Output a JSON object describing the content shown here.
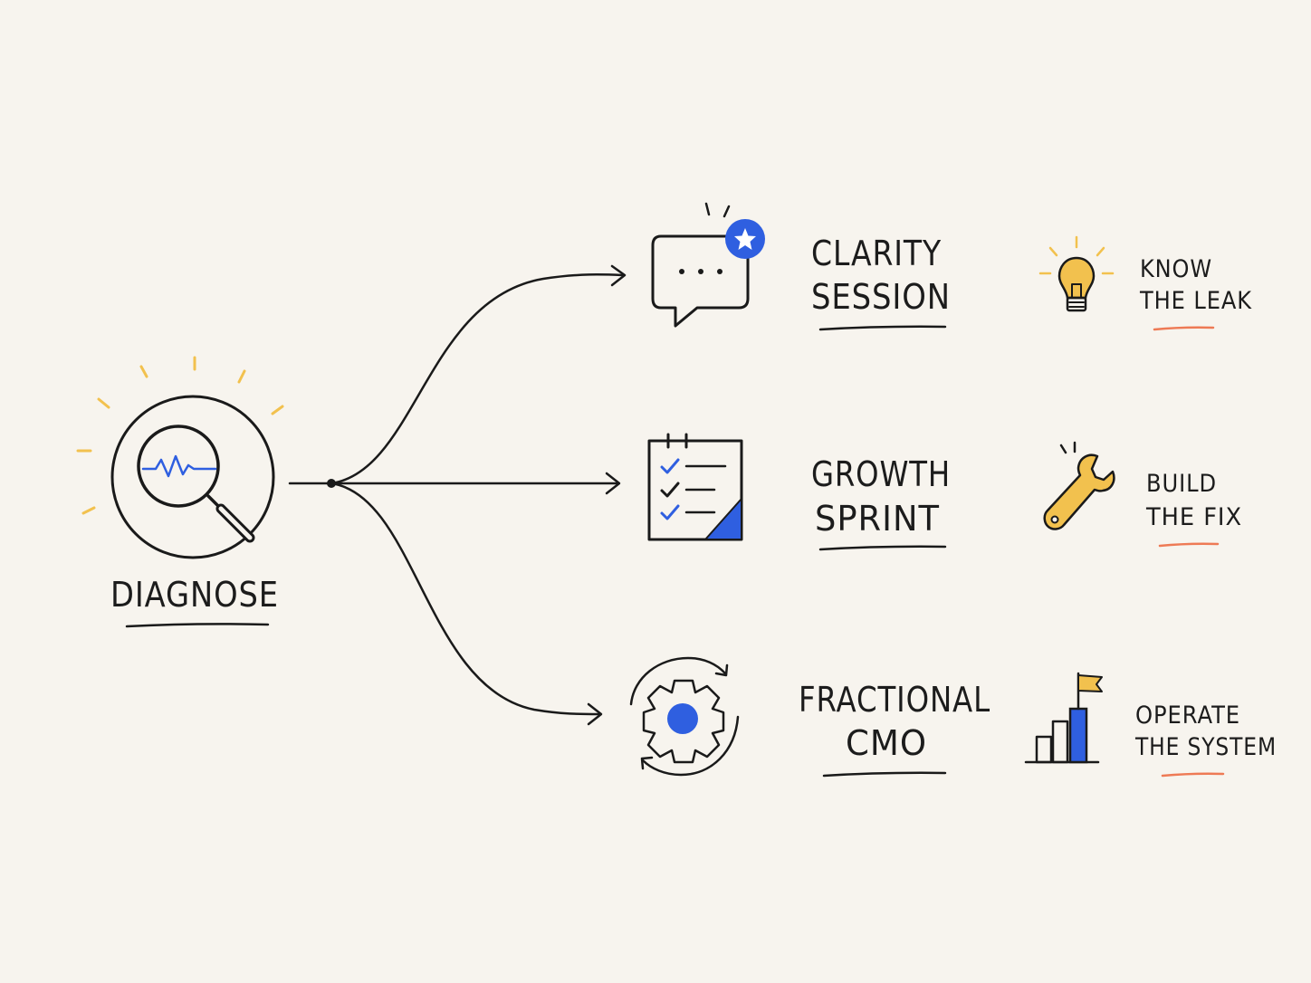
{
  "source": {
    "label": "DIAGNOSE",
    "icon": "magnifying-glass-icon"
  },
  "offers": [
    {
      "title_lines": [
        "CLARITY",
        "SESSION"
      ],
      "icon": "chat-bubble-star-icon",
      "outcome_lines": [
        "KNOW",
        "THE LEAK"
      ],
      "outcome_icon": "lightbulb-icon"
    },
    {
      "title_lines": [
        "GROWTH",
        "SPRINT"
      ],
      "icon": "checklist-icon",
      "outcome_lines": [
        "BUILD",
        "THE FIX"
      ],
      "outcome_icon": "wrench-icon"
    },
    {
      "title_lines": [
        "FRACTIONAL",
        "CMO"
      ],
      "icon": "gear-cycle-icon",
      "outcome_lines": [
        "OPERATE",
        "THE SYSTEM"
      ],
      "outcome_icon": "bar-chart-flag-icon"
    }
  ],
  "colors": {
    "background": "#f7f4ee",
    "ink": "#1a1a1a",
    "accent_blue": "#2f5fe0",
    "accent_yellow": "#f2c14e",
    "accent_orange": "#ee7a55"
  }
}
